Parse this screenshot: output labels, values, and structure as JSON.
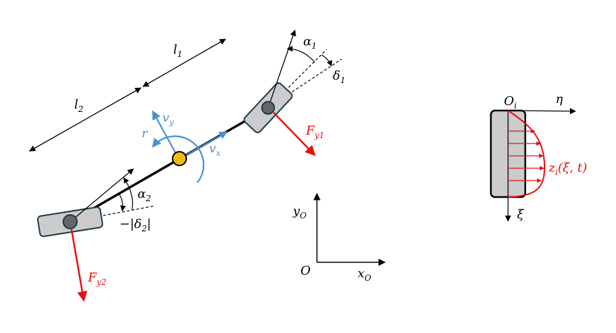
{
  "colors": {
    "black": "#000000",
    "force_red": "#e8100f",
    "velocity_blue": "#4a90d2",
    "cg_yellow": "#f2b90f",
    "wheel_gray": "#cccccc",
    "wheel_edge": "#1a3a4a",
    "hub_gray": "#666666"
  },
  "labels": {
    "l1": {
      "main": "l",
      "sub": "1"
    },
    "l2": {
      "main": "l",
      "sub": "2"
    },
    "alpha1": {
      "main": "α",
      "sub": "1"
    },
    "delta1": {
      "main": "δ",
      "sub": "1"
    },
    "alpha2": {
      "main": "α",
      "sub": "2"
    },
    "delta2": {
      "prefix": "−|δ",
      "sub": "2",
      "suffix": "|"
    },
    "fy1": {
      "main": "F",
      "sub": "y1"
    },
    "fy2": {
      "main": "F",
      "sub": "y2"
    },
    "vx": {
      "main": "v",
      "sub": "x"
    },
    "vy": {
      "main": "v",
      "sub": "y"
    },
    "r": "r",
    "xo": {
      "main": "x",
      "sub": "O"
    },
    "yo": {
      "main": "y",
      "sub": "O"
    },
    "origin": "O",
    "oi": {
      "main": "O",
      "sub": "i"
    },
    "eta": "η",
    "xi": "ξ",
    "zi": {
      "main": "z",
      "sub": "i",
      "suffix": "(ξ, t)"
    }
  }
}
